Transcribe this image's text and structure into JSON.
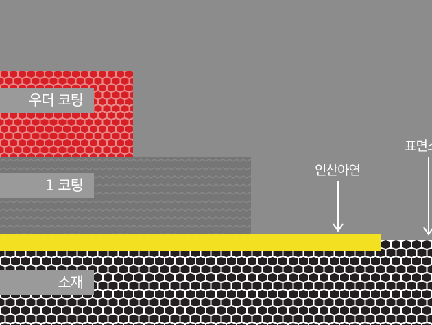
{
  "layers": {
    "powder": {
      "label": "우더 코팅",
      "color": "#d62026"
    },
    "primer": {
      "label": "1 코팅",
      "color": "#777677"
    },
    "zinc": {
      "color": "#f3e021"
    },
    "base": {
      "label": "소재",
      "color": "#231e1f"
    }
  },
  "callouts": {
    "zinc": "인산아연",
    "surface": "표면소"
  },
  "colors": {
    "background": "#8d8c8d",
    "label_box": "#9b9a9b",
    "text": "#ffffff"
  }
}
